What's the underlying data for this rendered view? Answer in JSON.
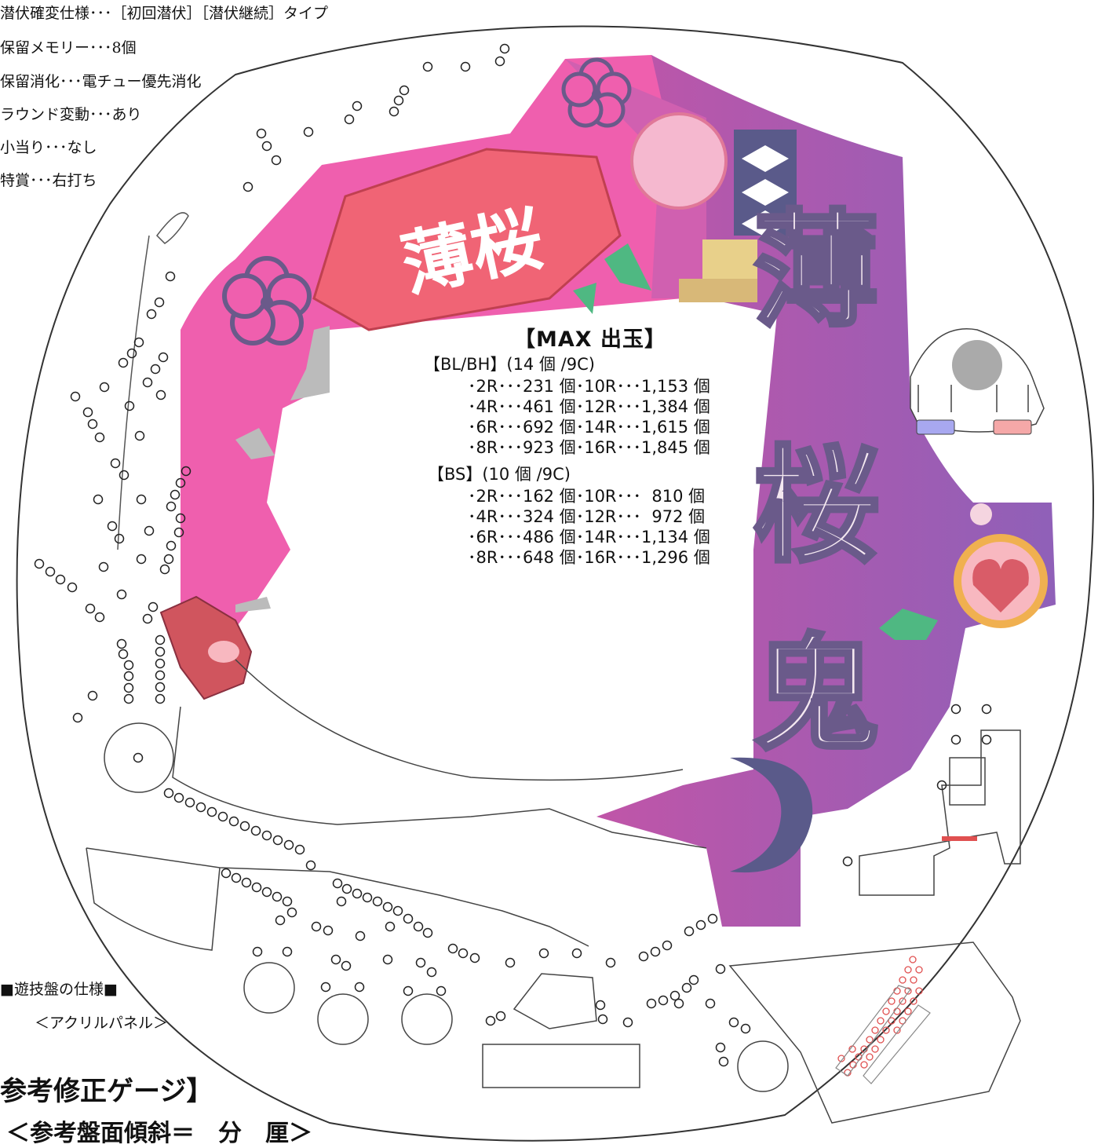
{
  "specs": [
    "潜伏確変仕様･･･［初回潜伏］［潜伏継続］タイプ",
    "保留メモリー･･･8個",
    "保留消化･･･電チュー優先消化",
    "ラウンド変動･･･あり",
    "小当り･･･なし",
    "特賞･･･右打ち"
  ],
  "max": {
    "title": "【MAX 出玉】",
    "bl_head": "【BL/BH】(14 個 /9C)",
    "bl_rows": [
      "･2R･･･231 個･10R･･･1,153 個",
      "･4R･･･461 個･12R･･･1,384 個",
      "･6R･･･692 個･14R･･･1,615 個",
      "･8R･･･923 個･16R･･･1,845 個"
    ],
    "bs_head": "【BS】(10 個 /9C)",
    "bs_rows": [
      "･2R･･･162 個･10R･･･  810 個",
      "･4R･･･324 個･12R･･･  972 個",
      "･6R･･･486 個･14R･･･1,134 個",
      "･8R･･･648 個･16R･･･1,296 個"
    ]
  },
  "footer": {
    "spec_label": "■遊技盤の仕様■",
    "panel_label": "＜アクリルパネル＞",
    "gauge_title": "参考修正ゲージ】",
    "gauge_sub": "＜参考盤面傾斜＝　分　厘＞"
  },
  "colors": {
    "frame_pink": "#ef5fae",
    "frame_purple": "#a45bb7",
    "logo_bg": "#f0607a",
    "accent_navy": "#5a5a8a",
    "pin_color": "#222222",
    "red_pins": "#e05050"
  }
}
